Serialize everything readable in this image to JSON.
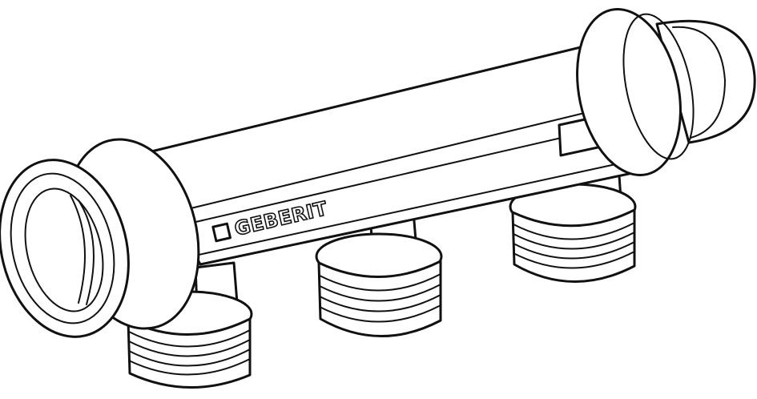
{
  "figure": {
    "subject": "manifold-with-three-threaded-outlets",
    "line_color": "#111111",
    "background_color": "#ffffff"
  },
  "logo": {
    "brand_text": "GEBERIT"
  },
  "components": {
    "outlets": [
      {
        "id": "outlet-1"
      },
      {
        "id": "outlet-2"
      },
      {
        "id": "outlet-3"
      }
    ]
  }
}
